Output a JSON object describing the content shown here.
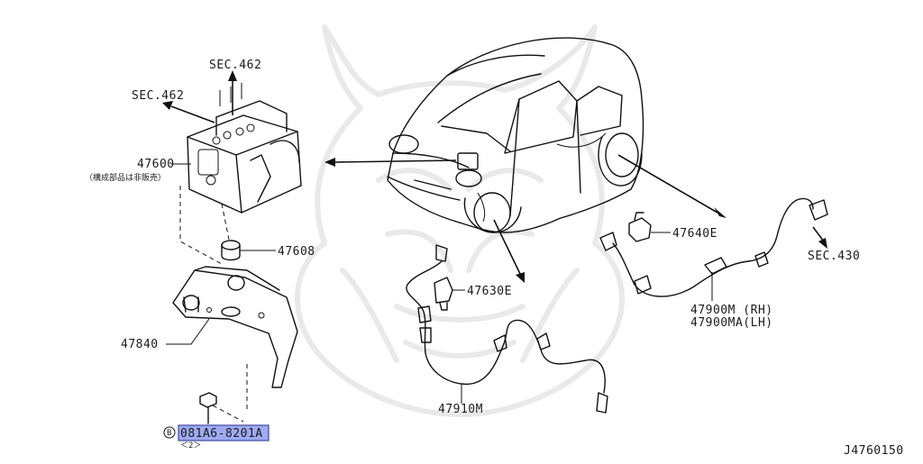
{
  "diagram": {
    "code": "J4760150",
    "labels": {
      "sec462_top": "SEC.462",
      "sec462_left": "SEC.462",
      "sec430": "SEC.430",
      "p47600": "47600",
      "p47600_note": "（構成部品は非販売）",
      "p47608": "47608",
      "p47840": "47840",
      "bolt_part": "081A6-8201A",
      "bolt_qty": "＜2＞",
      "bolt_marker": "B",
      "p47630e": "47630E",
      "p47910m": "47910M",
      "p47640e": "47640E",
      "p47900m": "47900M (RH)",
      "p47900ma": "47900MA(LH)"
    },
    "highlight_color": "#8f9cf2",
    "watermark": "samurai-helmet-watermark"
  }
}
